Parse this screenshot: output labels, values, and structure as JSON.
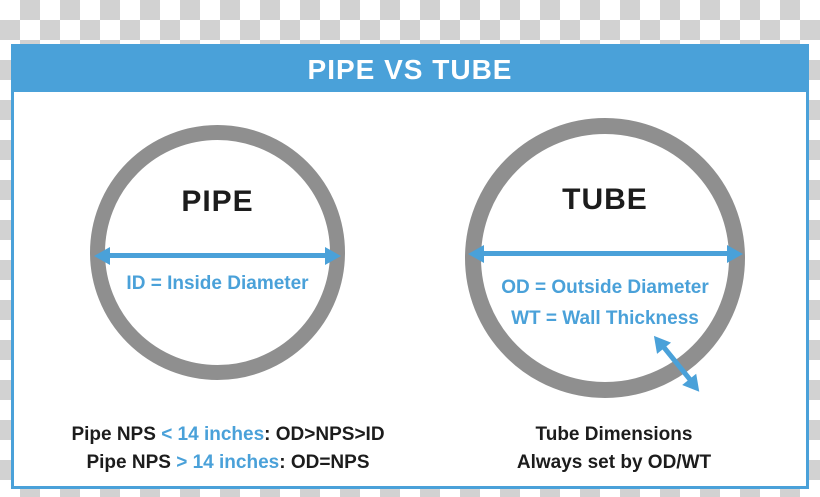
{
  "accent_color": "#4aa1d9",
  "circle_color": "#8f8f8f",
  "header": {
    "title": "PIPE VS TUBE"
  },
  "pipe": {
    "label": "PIPE",
    "arrow_caption": "ID = Inside Diameter",
    "note_line1": {
      "prefix": "Pipe NPS ",
      "highlight": "< 14 inches",
      "suffix": ": OD>NPS>ID"
    },
    "note_line2": {
      "prefix": "Pipe NPS ",
      "highlight": "> 14 inches",
      "suffix": ": OD=NPS"
    }
  },
  "tube": {
    "label": "TUBE",
    "od_caption": "OD = Outside Diameter",
    "wt_caption": "WT = Wall Thickness",
    "note_line1": "Tube Dimensions",
    "note_line2": "Always set by OD/WT"
  }
}
